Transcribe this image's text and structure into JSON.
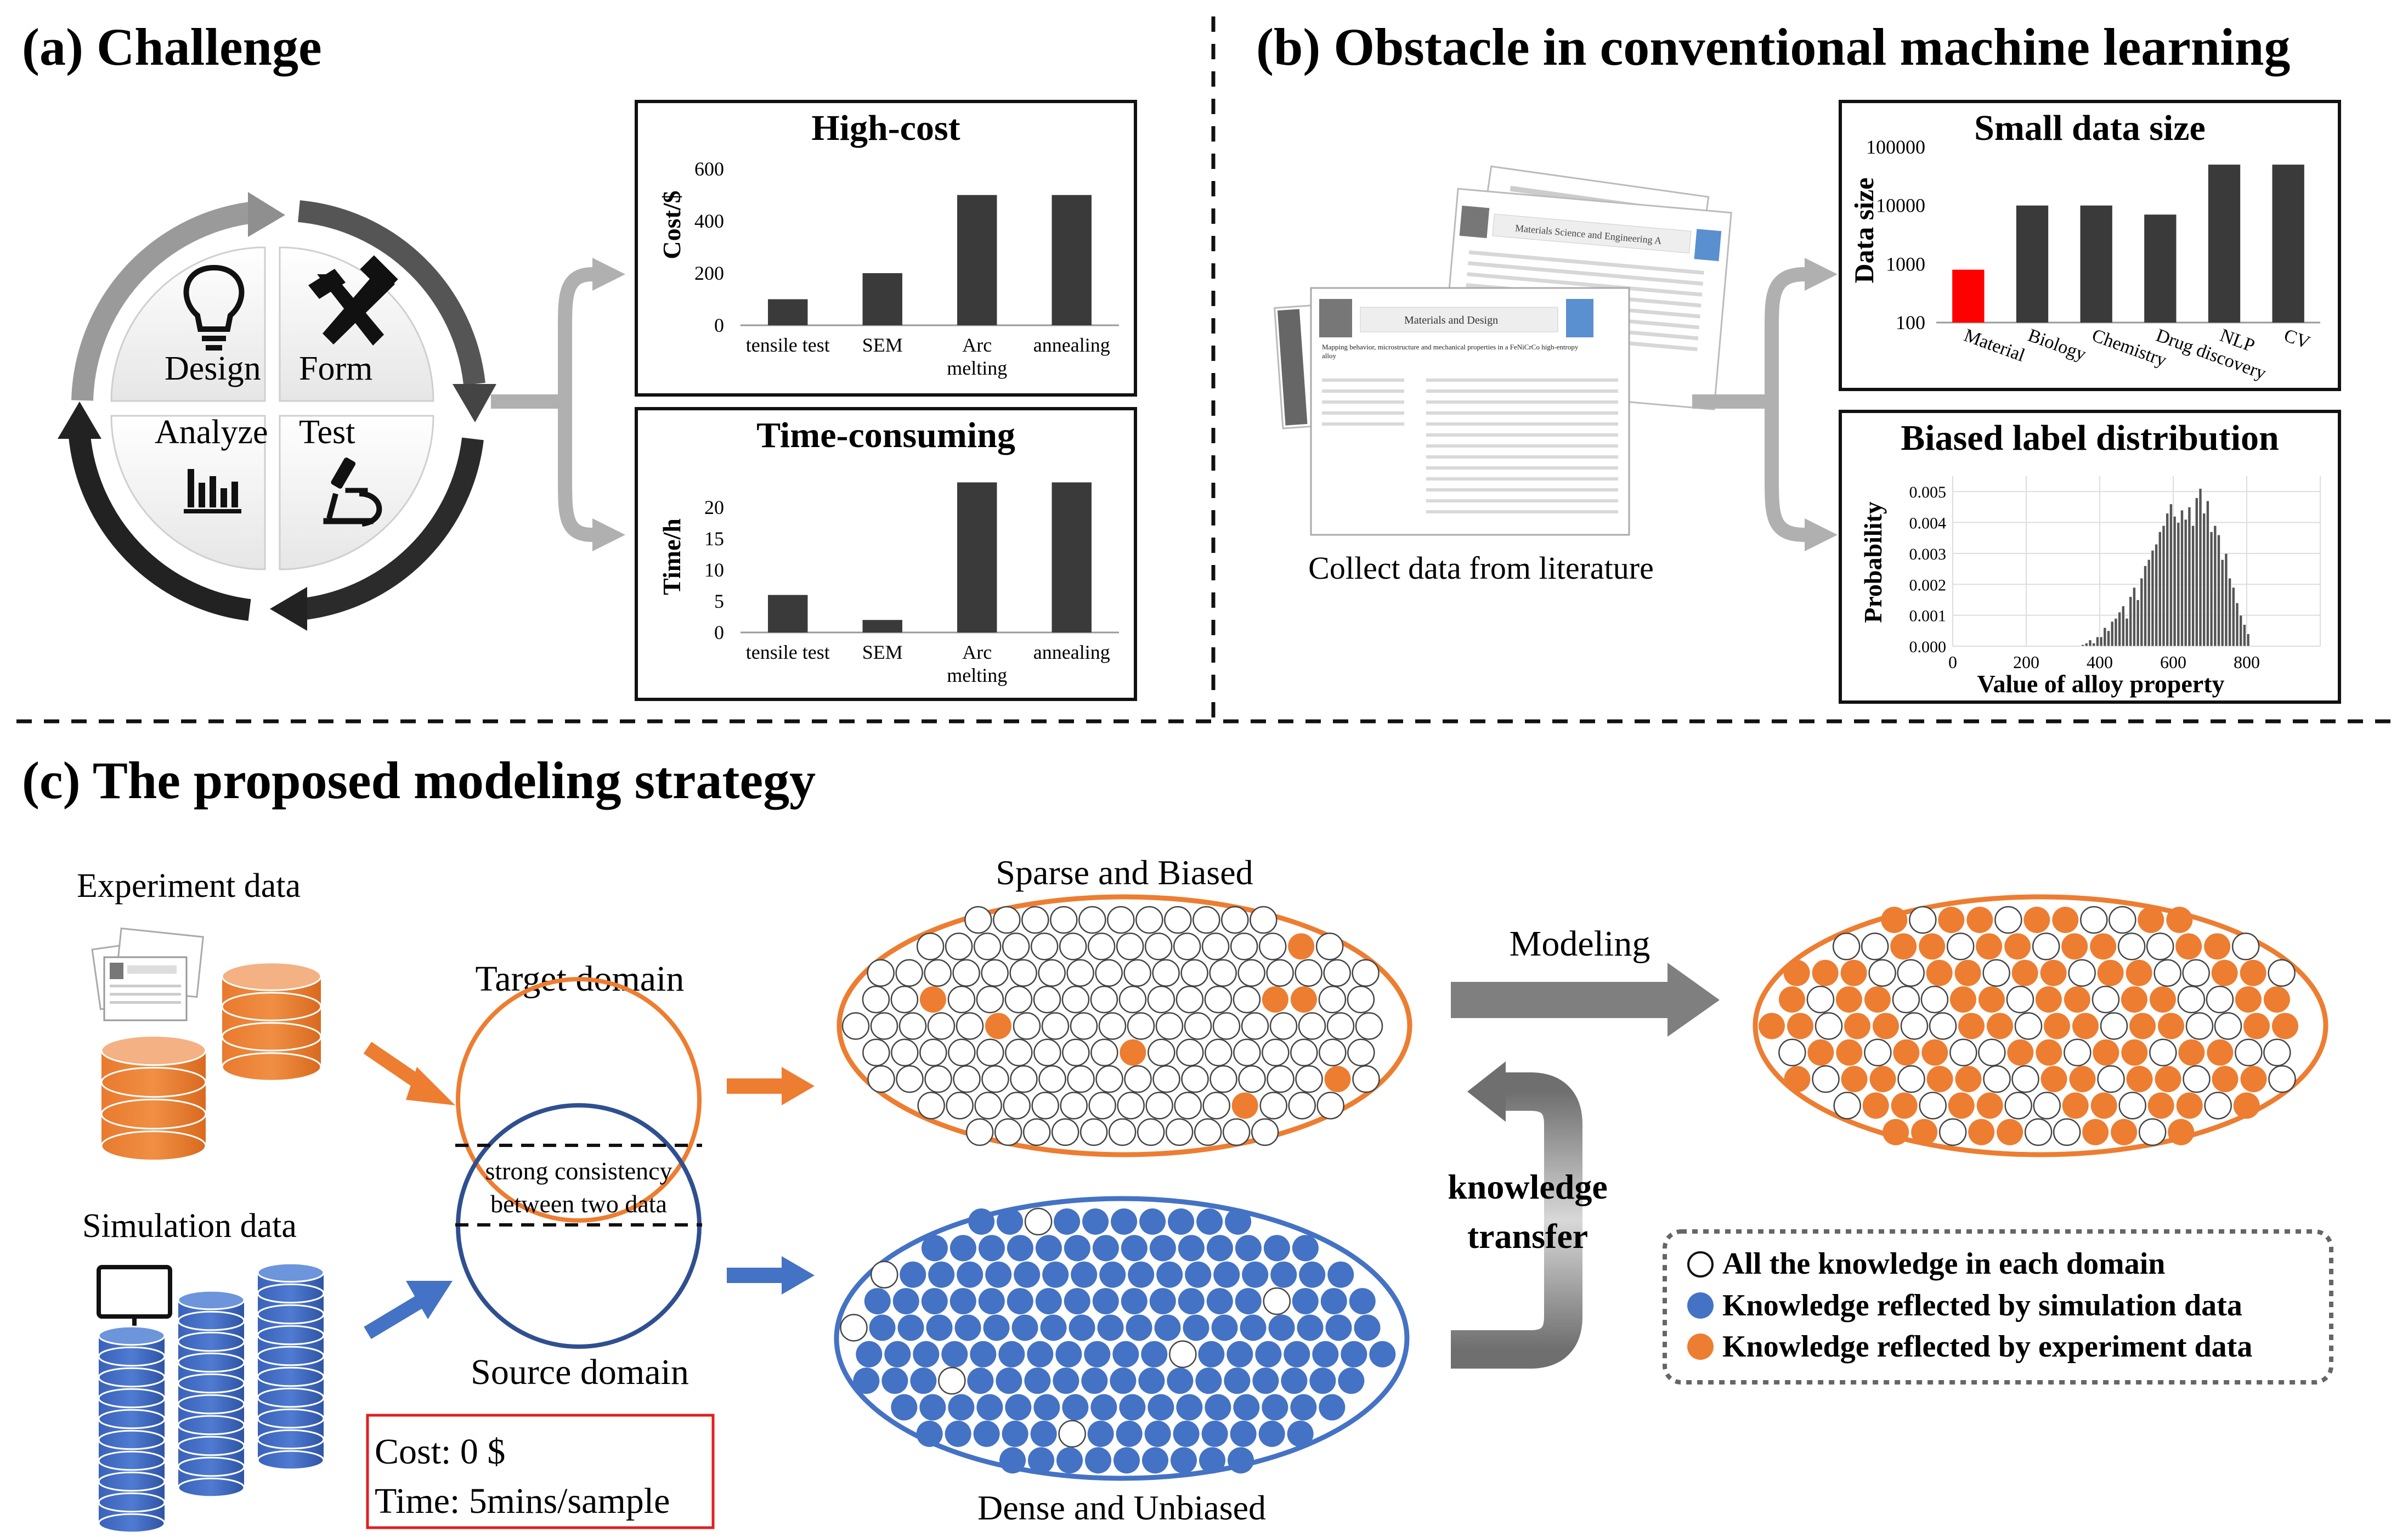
{
  "panel_a": {
    "title": "(a) Challenge",
    "cycle": {
      "design": "Design",
      "form": "Form",
      "analyze": "Analyze",
      "test": "Test"
    },
    "cost_chart": {
      "title": "High-cost",
      "ylabel": "Cost/$",
      "ylim": [
        0,
        600
      ],
      "yticks": [
        "0",
        "200",
        "400",
        "600"
      ],
      "categories": [
        [
          "tensile test"
        ],
        [
          "SEM"
        ],
        [
          "Arc",
          "melting"
        ],
        [
          "annealing"
        ]
      ],
      "values": [
        100,
        200,
        500,
        500
      ]
    },
    "time_chart": {
      "title": "Time-consuming",
      "ylabel": "Time/h",
      "ylim": [
        0,
        25
      ],
      "yticks": [
        "0",
        "5",
        "10",
        "15",
        "20"
      ],
      "categories": [
        [
          "tensile test"
        ],
        [
          "SEM"
        ],
        [
          "Arc",
          "melting"
        ],
        [
          "annealing"
        ]
      ],
      "values": [
        6,
        2,
        24,
        24
      ]
    }
  },
  "panel_b": {
    "title": "(b) Obstacle in conventional machine learning",
    "papers": {
      "journal_front": "Materials and Design",
      "journal_back": "Materials Science and Engineering A",
      "article_title": "Mapping behavior, microstructure and mechanical properties in a FeNiCrCo high-entropy alloy"
    },
    "collect_label": "Collect data from literature",
    "size_chart": {
      "title": "Small data size",
      "ylabel": "Data size",
      "scale": "log",
      "yticks": [
        "100",
        "1000",
        "10000",
        "100000"
      ],
      "categories": [
        "Material",
        "Biology",
        "Chemistry",
        "Drug discovery",
        "NLP",
        "CV"
      ],
      "values": [
        800,
        10000,
        10000,
        7000,
        50000,
        50000
      ],
      "highlight_color": "#ff0000",
      "bar_color": "#3a3a3a"
    },
    "dist_chart": {
      "title": "Biased label distribution",
      "ylabel": "Probability",
      "xlabel": "Value of alloy property",
      "xticks": [
        "0",
        "200",
        "400",
        "600",
        "800"
      ],
      "yticks": [
        "0.000",
        "0.001",
        "0.002",
        "0.003",
        "0.004",
        "0.005"
      ],
      "bins_start": 340,
      "bin_width": 10,
      "values": [
        2e-05,
        5e-05,
        0.0001,
        0.0002,
        0.0001,
        0.0003,
        0.0003,
        0.0006,
        0.0005,
        0.0008,
        0.0009,
        0.0011,
        0.0013,
        0.0009,
        0.0016,
        0.0019,
        0.0015,
        0.0022,
        0.0026,
        0.0028,
        0.0031,
        0.0033,
        0.0037,
        0.0039,
        0.0043,
        0.0046,
        0.0042,
        0.004,
        0.0044,
        0.0041,
        0.0045,
        0.0039,
        0.0048,
        0.0051,
        0.0043,
        0.0047,
        0.0037,
        0.0039,
        0.0036,
        0.0028,
        0.003,
        0.0022,
        0.0019,
        0.0014,
        0.001,
        0.0007,
        0.0004
      ]
    }
  },
  "panel_c": {
    "title": "(c) The proposed modeling strategy",
    "experiment_label": "Experiment data",
    "simulation_label": "Simulation data",
    "target_domain": "Target domain",
    "source_domain": "Source domain",
    "consistency_line1": "strong consistency",
    "consistency_line2": "between two data",
    "cost_line": "Cost: 0 $",
    "time_line": "Time: 5mins/sample",
    "sparse_label": "Sparse and Biased",
    "dense_label": "Dense and Unbiased",
    "modeling_label": "Modeling",
    "transfer_line1": "knowledge",
    "transfer_line2": "transfer",
    "legend": [
      {
        "text": "All the knowledge in each domain",
        "color": "#ffffff"
      },
      {
        "text": "Knowledge reflected by simulation data",
        "color": "#4472c4"
      },
      {
        "text": "Knowledge reflected by experiment data",
        "color": "#ed7d31"
      }
    ],
    "colors": {
      "orange": "#ed7d31",
      "blue": "#4472c4",
      "light_orange": "#f4b183",
      "gray_arrow": "#7f7f7f"
    }
  }
}
